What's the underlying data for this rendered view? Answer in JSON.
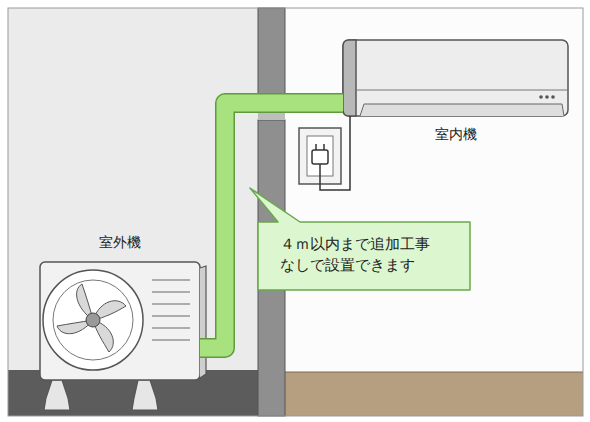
{
  "diagram": {
    "nodes": [
      {
        "text": [
          "室外機"
        ]
      },
      {
        "text": [
          "室内機"
        ]
      },
      {
        "text": [
          "４ｍ以内まで追加工事 なしで設置できます"
        ]
      }
    ],
    "edges": [
      {
        "from": 0,
        "to": 1,
        "arrow": "none"
      }
    ]
  }
}
